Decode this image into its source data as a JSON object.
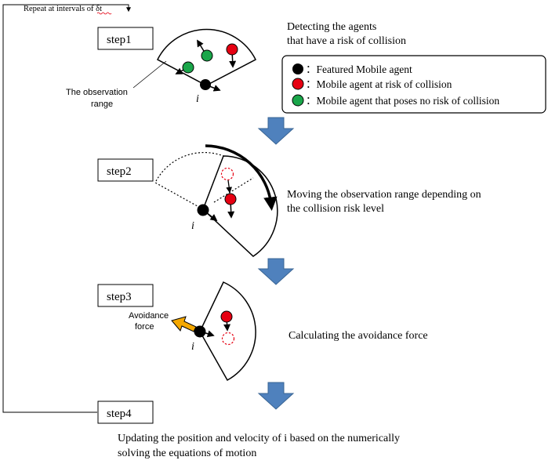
{
  "loop": {
    "label": "Repeat at intervals of δt"
  },
  "steps": [
    {
      "label": "step1",
      "description_lines": [
        "Detecting the agents",
        "that have a risk of collision"
      ]
    },
    {
      "label": "step2",
      "description_lines": [
        "Moving the observation range depending on",
        "the collision risk level"
      ]
    },
    {
      "label": "step3",
      "description_lines": [
        "Calculating the avoidance force"
      ]
    },
    {
      "label": "step4",
      "description_lines": [
        "Updating the position and velocity of i  based on the numerically",
        "solving the equations of motion"
      ]
    }
  ],
  "annotations": {
    "observation_range_lines": [
      "The observation",
      "range"
    ],
    "agent_index": "i",
    "avoidance_force_lines": [
      "Avoidance",
      "force"
    ]
  },
  "legend": {
    "items": [
      {
        "color": "#000000",
        "label": "：Featured Mobile agent"
      },
      {
        "color": "#e60012",
        "label": "：Mobile agent at risk of collision"
      },
      {
        "color": "#1aa64a",
        "label": "：Mobile agent that poses no risk of collision"
      }
    ]
  },
  "colors": {
    "featured": "#000000",
    "risk": "#e60012",
    "safe": "#1aa64a",
    "arrow_fill": "#4f81bd",
    "avoidance_arrow": "#f5a800"
  }
}
